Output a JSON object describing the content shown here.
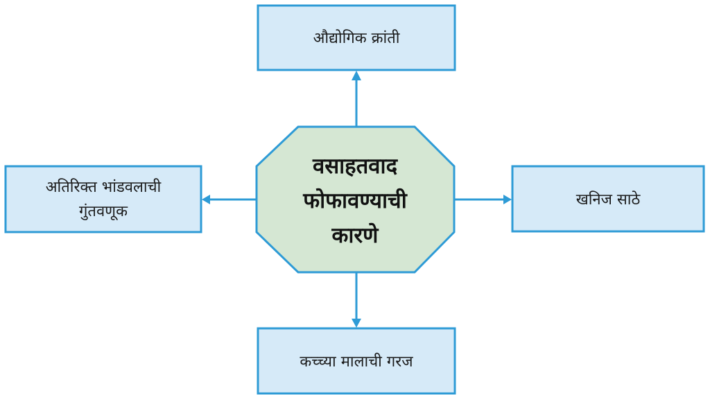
{
  "diagram": {
    "center": {
      "line1": "वसाहतवाद",
      "line2": "फोफावण्याची",
      "line3": "कारणे"
    },
    "top_node": {
      "label": "औद्योगिक क्रांती"
    },
    "left_node": {
      "line1": "अतिरिक्त भांडवलाची",
      "line2": "गुंतवणूक"
    },
    "right_node": {
      "label": "खनिज साठे"
    },
    "bottom_node": {
      "label": "कच्च्या मालाची गरज"
    }
  },
  "colors": {
    "box_fill": "#d6eaf8",
    "center_fill": "#d5e7d3",
    "stroke": "#2e9bd6"
  }
}
